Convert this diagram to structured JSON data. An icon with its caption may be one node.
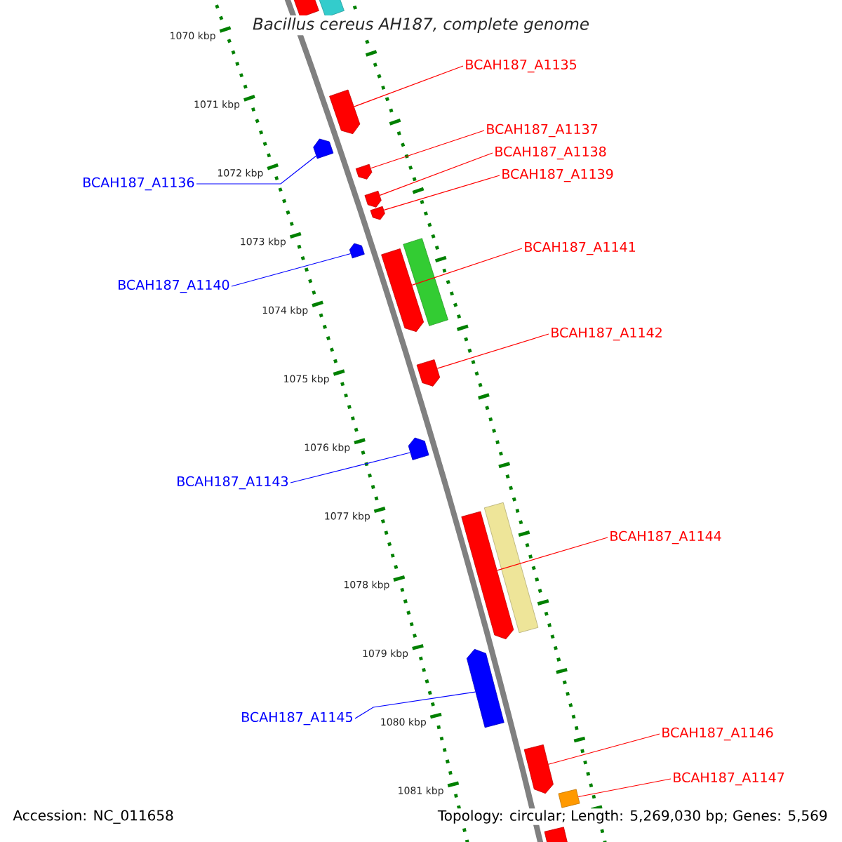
{
  "diagram": {
    "title": "Bacillus cereus AH187, complete genome",
    "nodes": [
      {
        "text": [
          "BCAH187_A1135"
        ]
      },
      {
        "text": [
          "BCAH187_A1137"
        ]
      },
      {
        "text": [
          "BCAH187_A1138"
        ]
      },
      {
        "text": [
          "BCAH187_A1139"
        ]
      },
      {
        "text": [
          "BCAH187_A1136"
        ]
      },
      {
        "text": [
          "BCAH187_A1141"
        ]
      },
      {
        "text": [
          "BCAH187_A1140"
        ]
      },
      {
        "text": [
          "BCAH187_A1142"
        ]
      },
      {
        "text": [
          "BCAH187_A1143"
        ]
      },
      {
        "text": [
          "BCAH187_A1144"
        ]
      },
      {
        "text": [
          "BCAH187_A1145"
        ]
      },
      {
        "text": [
          "BCAH187_A1146"
        ]
      },
      {
        "text": [
          "BCAH187_A1147"
        ]
      },
      {
        "text": [],
        "shape": "bar"
      },
      {
        "text": [],
        "shape": "bar"
      },
      {
        "text": [],
        "shape": "bar"
      },
      {
        "text": [],
        "shape": "bar"
      },
      {
        "text": [],
        "shape": "bar"
      },
      {
        "text": [],
        "shape": "bar"
      },
      {
        "text": [],
        "shape": "bar"
      },
      {
        "text": [],
        "shape": "bar"
      },
      {
        "text": [],
        "shape": "bar"
      },
      {
        "text": [],
        "shape": "bar"
      },
      {
        "text": [],
        "shape": "bar"
      },
      {
        "text": [],
        "shape": "bar"
      },
      {
        "text": [],
        "shape": "bar"
      },
      {
        "text": [],
        "shape": "bar"
      },
      {
        "text": [],
        "shape": "bar"
      },
      {
        "text": [],
        "shape": "bar"
      },
      {
        "text": [],
        "shape": "bar"
      },
      {
        "text": [],
        "shape": "bar"
      }
    ],
    "edges": [
      {
        "from": 0,
        "to": 15,
        "arrow": "none"
      },
      {
        "from": 1,
        "to": 17,
        "arrow": "none"
      },
      {
        "from": 2,
        "to": 18,
        "arrow": "none"
      },
      {
        "from": 3,
        "to": 19,
        "arrow": "none"
      },
      {
        "from": 4,
        "to": 16,
        "arrow": "none",
        "color": "#0000ff"
      },
      {
        "from": 5,
        "to": 21,
        "arrow": "none"
      },
      {
        "from": 6,
        "to": 20,
        "arrow": "none",
        "color": "#0000ff"
      },
      {
        "from": 7,
        "to": 23,
        "arrow": "none"
      },
      {
        "from": 8,
        "to": 24,
        "arrow": "none",
        "color": "#0000ff"
      },
      {
        "from": 9,
        "to": 25,
        "arrow": "none"
      },
      {
        "from": 10,
        "to": 27,
        "arrow": "none",
        "color": "#0000ff"
      },
      {
        "from": 11,
        "to": 28,
        "arrow": "none"
      },
      {
        "from": 12,
        "to": 29,
        "arrow": "none"
      }
    ],
    "labels": [
      "1070 kbp",
      "1071 kbp",
      "1072 kbp",
      "1073 kbp",
      "1074 kbp",
      "1075 kbp",
      "1076 kbp",
      "1077 kbp",
      "1078 kbp",
      "1079 kbp",
      "1080 kbp",
      "1081 kbp",
      "Accession: NC_011658",
      "Topology: circular; Length: 5,269,030 bp; Genes: 5,569"
    ]
  }
}
